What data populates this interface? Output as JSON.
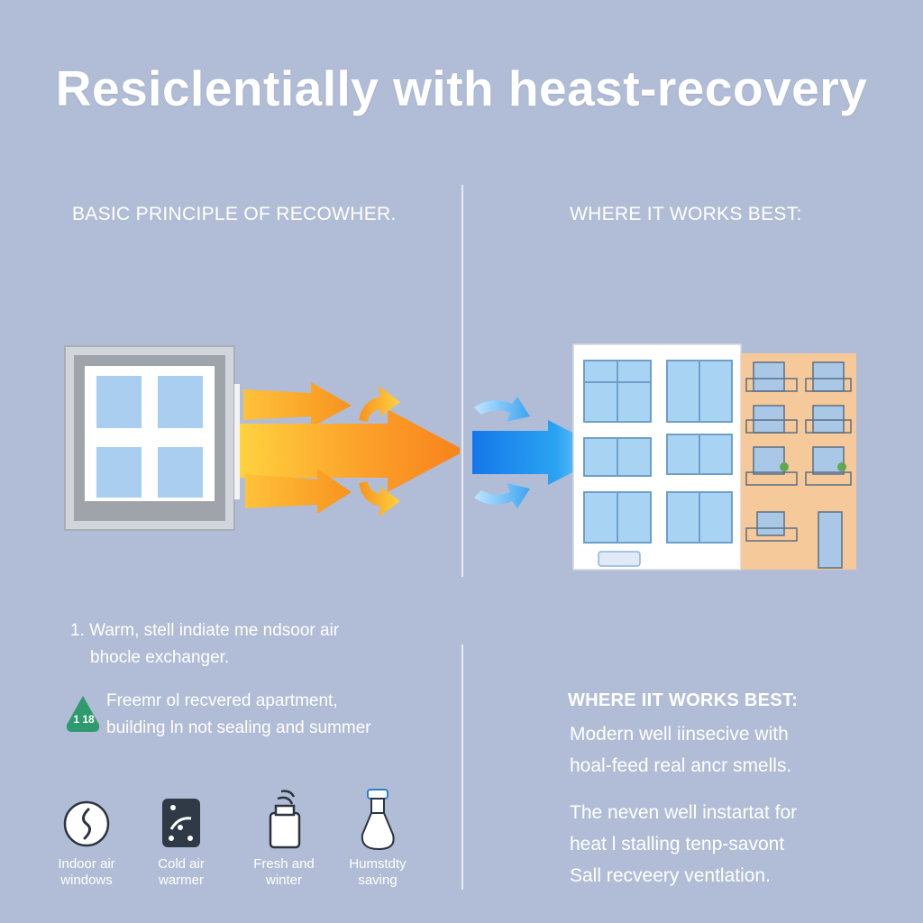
{
  "title": "Resiclentially with heast-recovery",
  "left_section": {
    "heading": "BASIC PRINCIPLE OF RECOWHER.",
    "step1_line1": "1. Warm, stell indiate me ndsoor air",
    "step1_line2": "bhocle exchanger.",
    "badge_text": "1 18",
    "note_line1": "Freemr ol recvered apartment,",
    "note_line2": "building ln not sealing and summer",
    "icons": [
      {
        "icon": "indoor-air-icon",
        "line1": "Indoor air",
        "line2": "windows"
      },
      {
        "icon": "cold-air-icon",
        "line1": "Cold air",
        "line2": "warmer"
      },
      {
        "icon": "fresh-air-icon",
        "line1": "Fresh and",
        "line2": "winter"
      },
      {
        "icon": "humidity-icon",
        "line1": "Humstdty",
        "line2": "saving"
      }
    ]
  },
  "right_section": {
    "heading": "WHERE IT WORKS BEST:",
    "subheading": "WHERE IIT WORKS BEST:",
    "para1_line1": "Modern well iinsecive with",
    "para1_line2": "hoal-feed real ancr smells.",
    "para2_line1": "The neven well instartat for",
    "para2_line2": "heat l stalling tenp-savont",
    "para2_line3": "Sall recveery ventlation."
  },
  "colors": {
    "background": "#b1bdd6",
    "warm_arrow": "#f7931e",
    "warm_arrow_light": "#ffd23f",
    "cool_arrow": "#1f8ff0",
    "cool_arrow_light": "#8fd6ff",
    "building_orange": "#f6c99a"
  }
}
